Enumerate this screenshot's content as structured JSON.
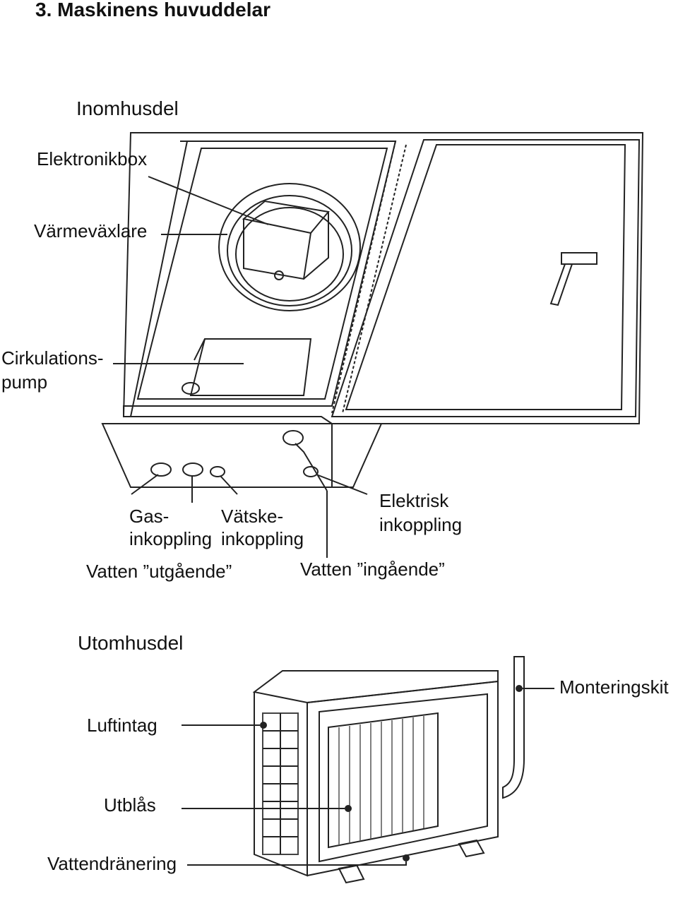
{
  "page_title": "3. Maskinens huvuddelar",
  "indoor": {
    "heading": "Inomhusdel",
    "labels": {
      "electronics_box": "Elektronikbox",
      "heat_exchanger": "Värmeväxlare",
      "circulation_pump_line1": "Cirkulations-",
      "circulation_pump_line2": "pump",
      "gas_line1": "Gas-",
      "gas_line2": "inkoppling",
      "liquid_line1": "Vätske-",
      "liquid_line2": "inkoppling",
      "electric_line1": "Elektrisk",
      "electric_line2": "inkoppling",
      "water_out": "Vatten ”utgående”",
      "water_in": "Vatten ”ingående”"
    }
  },
  "outdoor": {
    "heading": "Utomhusdel",
    "labels": {
      "mounting_kit": "Monteringskit",
      "air_intake": "Luftintag",
      "exhaust": "Utblås",
      "drainage": "Vattendränering"
    }
  }
}
